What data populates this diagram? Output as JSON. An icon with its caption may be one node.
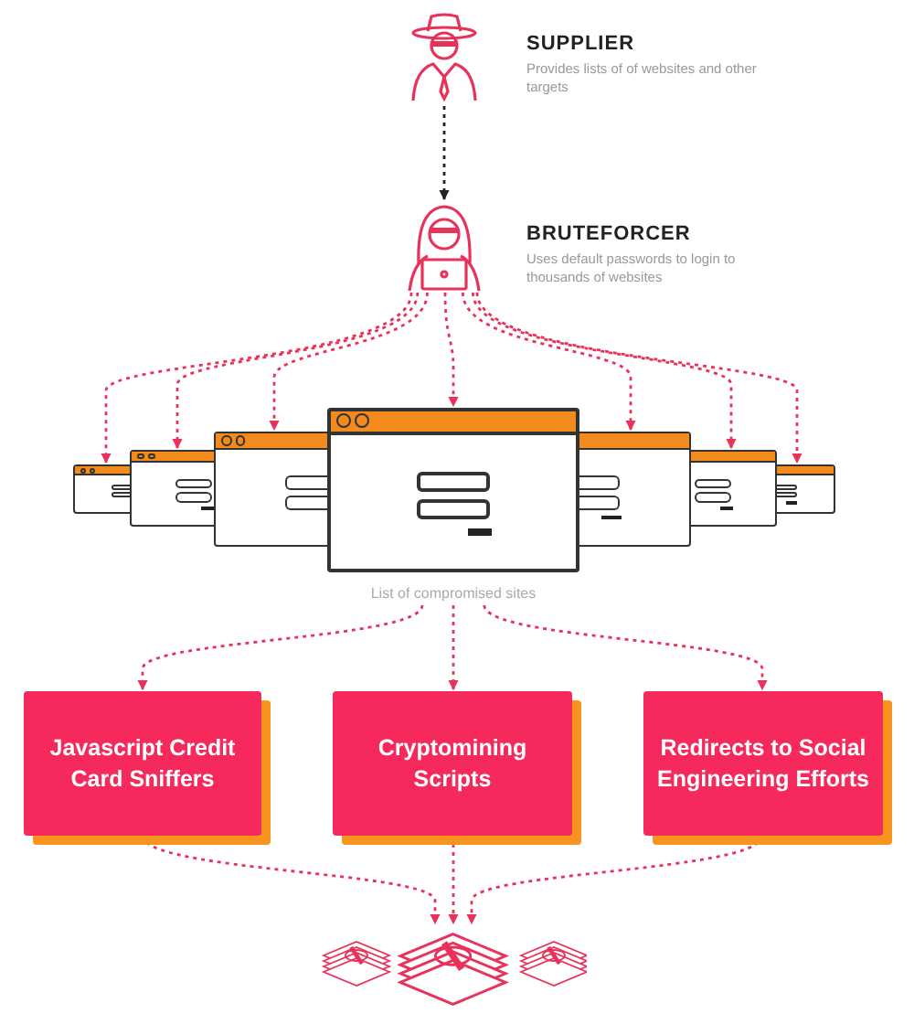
{
  "diagram": {
    "nodes": [
      {
        "text": [
          "SUPPLIER",
          "Provides lists of of websites and other targets"
        ]
      },
      {
        "text": [
          "BRUTEFORCER",
          "Uses default passwords to login to thousands of websites"
        ]
      },
      {
        "text": [],
        "shape": "box"
      },
      {
        "text": [],
        "shape": "box"
      },
      {
        "text": [],
        "shape": "box"
      },
      {
        "text": [
          "List of compromised sites"
        ]
      },
      {
        "text": [],
        "shape": "box"
      },
      {
        "text": [],
        "shape": "box"
      },
      {
        "text": [],
        "shape": "box"
      },
      {
        "text": [
          "Javascript Credit Card Sniffers"
        ]
      },
      {
        "text": [
          "Cryptomining Scripts"
        ]
      },
      {
        "text": [
          "Redirects to Social Engineering Efforts"
        ]
      },
      {
        "text": [],
        "shape": "picture"
      }
    ],
    "edges": [
      {
        "from": 0,
        "to": 1,
        "arrow": "to",
        "style": "dashed",
        "color": "#222222"
      },
      {
        "from": 1,
        "to": 2,
        "arrow": "to",
        "style": "dashed"
      },
      {
        "from": 1,
        "to": 3,
        "arrow": "to",
        "style": "dashed"
      },
      {
        "from": 1,
        "to": 4,
        "arrow": "to",
        "style": "dashed"
      },
      {
        "from": 1,
        "to": 5,
        "arrow": "to",
        "style": "dashed"
      },
      {
        "from": 1,
        "to": 6,
        "arrow": "to",
        "style": "dashed"
      },
      {
        "from": 1,
        "to": 7,
        "arrow": "to",
        "style": "dashed"
      },
      {
        "from": 1,
        "to": 8,
        "arrow": "to",
        "style": "dashed"
      },
      {
        "from": 5,
        "to": 9,
        "arrow": "to",
        "style": "dashed"
      },
      {
        "from": 5,
        "to": 10,
        "arrow": "to",
        "style": "dashed"
      },
      {
        "from": 5,
        "to": 11,
        "arrow": "to",
        "style": "dashed"
      },
      {
        "from": 9,
        "to": 12,
        "arrow": "to",
        "style": "dashed"
      },
      {
        "from": 10,
        "to": 12,
        "arrow": "to",
        "style": "dashed"
      },
      {
        "from": 11,
        "to": 12,
        "arrow": "to",
        "style": "dashed"
      }
    ]
  }
}
